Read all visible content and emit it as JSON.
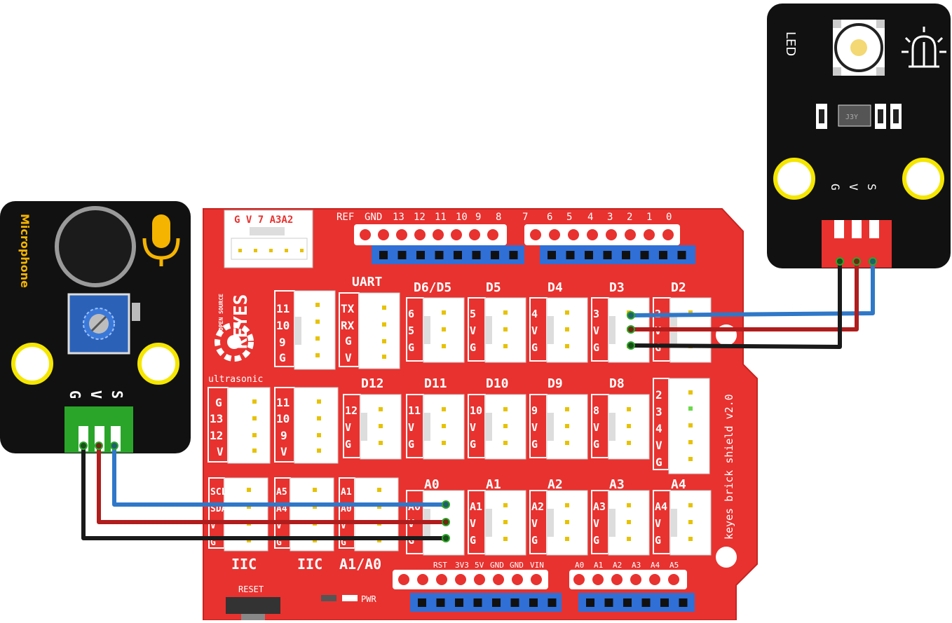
{
  "microphone": {
    "title": "Microphone",
    "pins": [
      "G",
      "V",
      "S"
    ]
  },
  "led": {
    "title": "LED",
    "chip": "J3Y",
    "pins": [
      "G",
      "V",
      "S"
    ]
  },
  "shield": {
    "brand_small": "OPEN SOURCE",
    "brand": "KEYES",
    "version": "keyes brick shield v2.0",
    "top_header_left": [
      "REF",
      "GND",
      "13",
      "12",
      "11",
      "10",
      "9",
      "8"
    ],
    "top_header_right": [
      "7",
      "6",
      "5",
      "4",
      "3",
      "2",
      "1",
      "0"
    ],
    "topleft_connector": "G V 7 A3A2",
    "uart": {
      "title": "UART",
      "pins": [
        "TX",
        "RX",
        "G",
        "V"
      ]
    },
    "pwm_left": [
      "11",
      "10",
      "9",
      "G"
    ],
    "row1": [
      {
        "title": "D6/D5",
        "pins": [
          "6",
          "5",
          "G"
        ]
      },
      {
        "title": "D5",
        "pins": [
          "5",
          "V",
          "G"
        ]
      },
      {
        "title": "D4",
        "pins": [
          "4",
          "V",
          "G"
        ]
      },
      {
        "title": "D3",
        "pins": [
          "3",
          "V",
          "G"
        ]
      },
      {
        "title": "D2",
        "pins": [
          "2",
          "V",
          "G"
        ]
      }
    ],
    "ultrasonic": {
      "title": "ultrasonic",
      "pins": [
        "G",
        "13",
        "12",
        "V"
      ]
    },
    "row2_left": [
      "11",
      "10",
      "9",
      "V"
    ],
    "row2": [
      {
        "title": "D12",
        "pins": [
          "12",
          "V",
          "G"
        ]
      },
      {
        "title": "D11",
        "pins": [
          "11",
          "V",
          "G"
        ]
      },
      {
        "title": "D10",
        "pins": [
          "10",
          "V",
          "G"
        ]
      },
      {
        "title": "D9",
        "pins": [
          "9",
          "V",
          "G"
        ]
      },
      {
        "title": "D8",
        "pins": [
          "8",
          "V",
          "G"
        ]
      }
    ],
    "right_connector": [
      "2",
      "3",
      "4",
      "V",
      "G"
    ],
    "row3": [
      {
        "title": "A0",
        "pins": [
          "A0",
          "V",
          "G"
        ]
      },
      {
        "title": "A1",
        "pins": [
          "A1",
          "V",
          "G"
        ]
      },
      {
        "title": "A2",
        "pins": [
          "A2",
          "V",
          "G"
        ]
      },
      {
        "title": "A3",
        "pins": [
          "A3",
          "V",
          "G"
        ]
      },
      {
        "title": "A4",
        "pins": [
          "A4",
          "V",
          "G"
        ]
      }
    ],
    "bottom_left": [
      {
        "label": "IIC",
        "pins": [
          "SCL",
          "SDA",
          "V",
          "G"
        ]
      },
      {
        "label": "IIC",
        "pins": [
          "A5",
          "A4",
          "V",
          "G"
        ]
      },
      {
        "label": "A1/A0",
        "pins": [
          "A1",
          "A0",
          "V",
          "G"
        ]
      }
    ],
    "power_header": [
      "RST",
      "3V3",
      "5V",
      "GND",
      "GND",
      "VIN"
    ],
    "analog_header": [
      "A0",
      "A1",
      "A2",
      "A3",
      "A4",
      "A5"
    ],
    "reset": "RESET",
    "pwr": "PWR"
  },
  "colors": {
    "board_red": "#e8322f",
    "module_black": "#111111",
    "header_blue": "#2f6fd6",
    "wire_blue": "#2f78c8",
    "wire_red": "#b01d1d",
    "wire_black": "#1a1a1a",
    "pad_yellow": "#f5e600",
    "mic_green": "#2aa52a"
  }
}
